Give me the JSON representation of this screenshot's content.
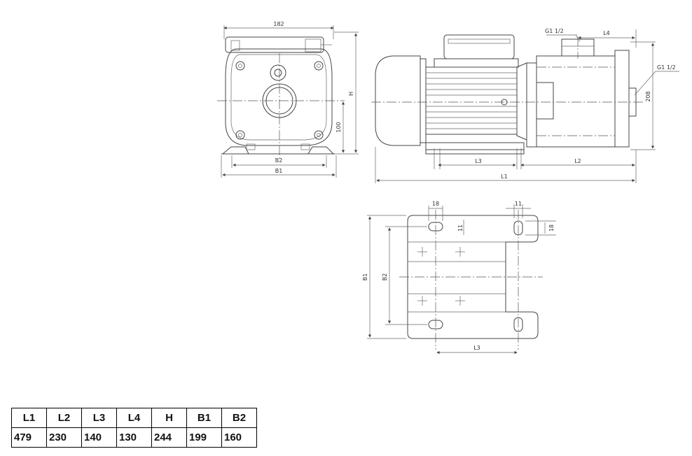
{
  "front_view": {
    "width_label": "182",
    "height_label": "H",
    "axis_height_label": "100",
    "b2_label": "B2",
    "b1_label": "B1"
  },
  "side_view": {
    "inlet_label": "G1 1/2",
    "outlet_label": "G1 1/2",
    "l4_label": "L4",
    "height_label": "208",
    "l3_label": "L3",
    "l2_label": "L2",
    "l1_label": "L1"
  },
  "base_view": {
    "slot_width_label": "18",
    "slot_hole_label": "11",
    "slot_right_label": "11",
    "slot_right_height_label": "18",
    "b1_label": "B1",
    "b2_label": "B2",
    "l3_label": "L3"
  },
  "dimension_table": {
    "headers": [
      "L1",
      "L2",
      "L3",
      "L4",
      "H",
      "B1",
      "B2"
    ],
    "values": [
      "479",
      "230",
      "140",
      "130",
      "244",
      "199",
      "160"
    ]
  }
}
